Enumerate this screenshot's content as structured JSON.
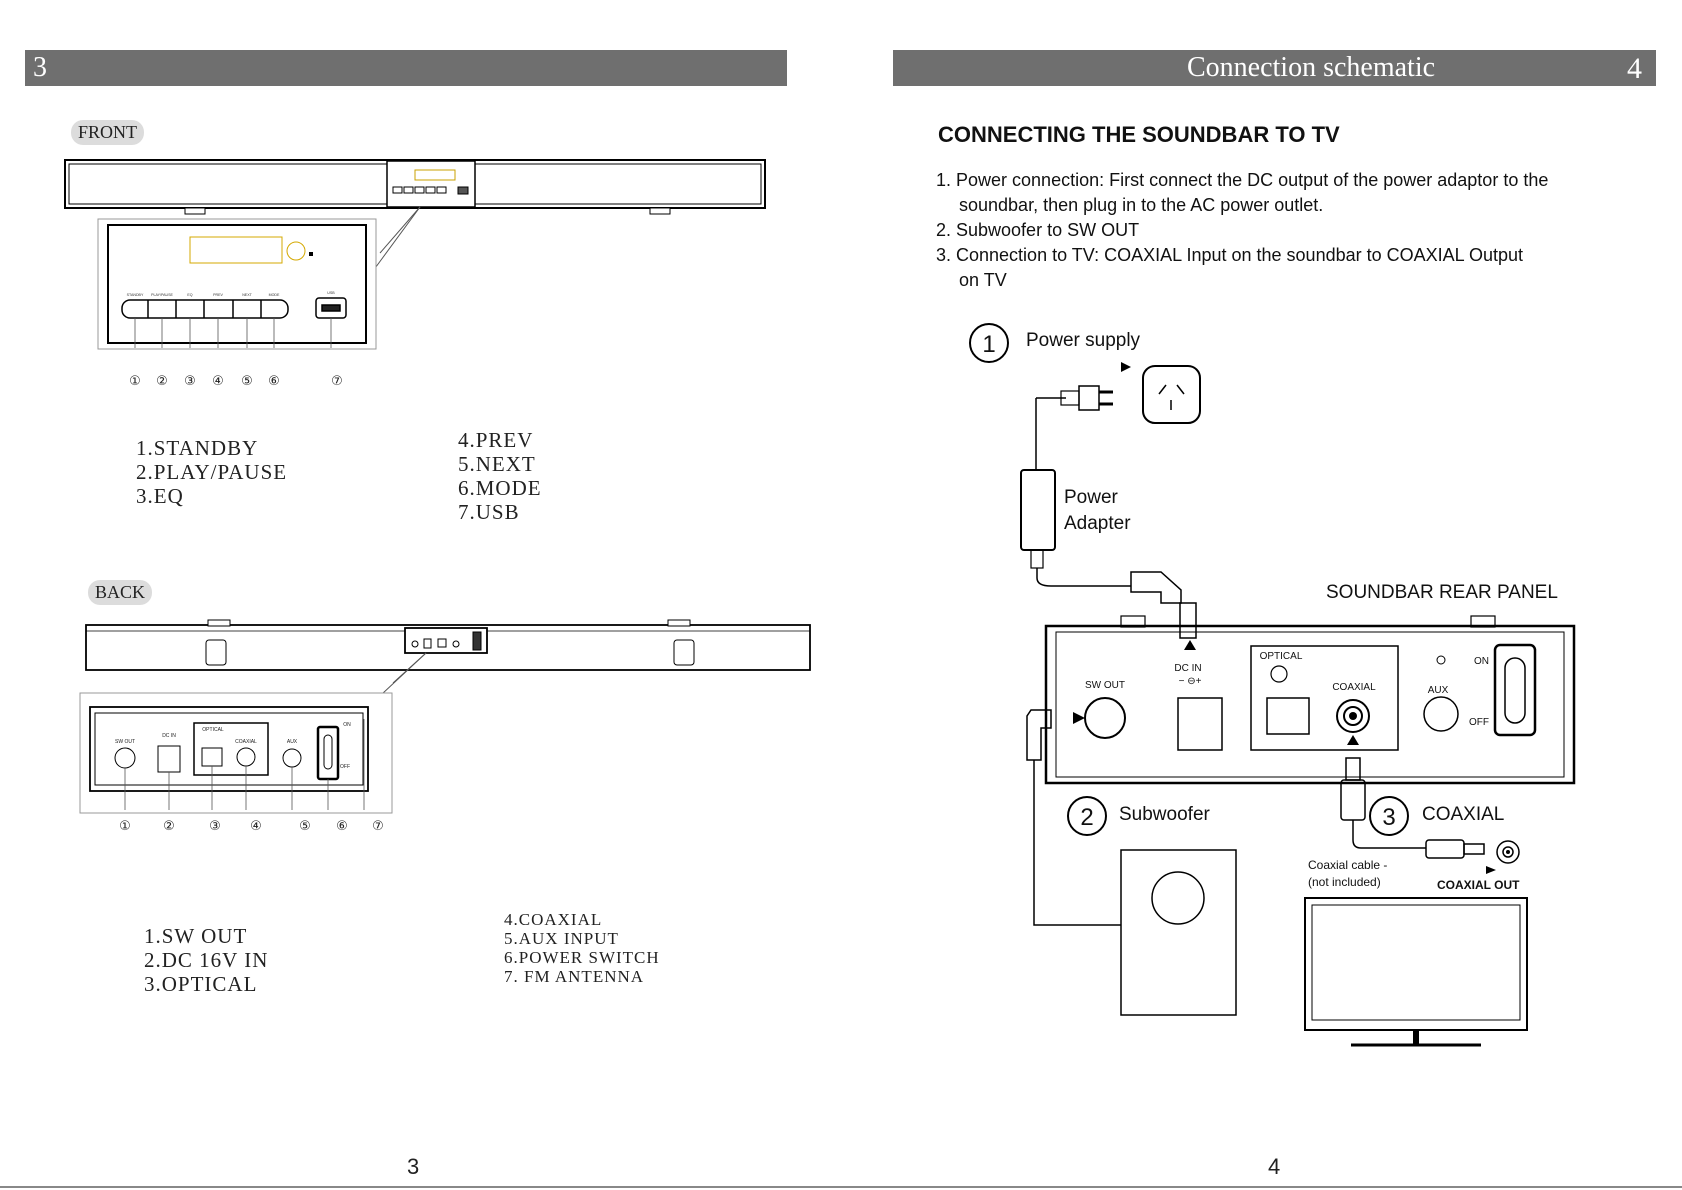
{
  "left": {
    "header_number": "3",
    "front_label": "FRONT",
    "front_callouts": [
      "①",
      "②",
      "③",
      "④",
      "⑤",
      "⑥",
      "⑦"
    ],
    "front_panel_labels": [
      "STANDBY",
      "PLAY/PAUSE",
      "EQ",
      "PREV",
      "NEXT",
      "MODE",
      "USB"
    ],
    "front_list_col1": [
      "1.STANDBY",
      "2.PLAY/PAUSE",
      "3.EQ"
    ],
    "front_list_col2": [
      "4.PREV",
      "5.NEXT",
      "6.MODE",
      "7.USB"
    ],
    "back_label": "BACK",
    "back_callouts": [
      "①",
      "②",
      "③",
      "④",
      "⑤",
      "⑥",
      "⑦"
    ],
    "back_panel_labels": {
      "sw_out": "SW OUT",
      "dc_in": "DC IN",
      "optical": "OPTICAL",
      "coaxial": "COAXIAL",
      "aux": "AUX",
      "on": "ON",
      "off": "OFF"
    },
    "back_list_col1": [
      "1.SW OUT",
      "2.DC 16V IN",
      "3.OPTICAL"
    ],
    "back_list_col2": [
      "4.COAXIAL",
      "5.AUX INPUT",
      "6.POWER SWITCH",
      "7. FM ANTENNA"
    ],
    "page_number": "3"
  },
  "right": {
    "header_title": "Connection schematic",
    "header_number": "4",
    "heading": "CONNECTING THE SOUNDBAR TO TV",
    "steps": [
      {
        "line1": "1. Power connection: First connect the DC output of the power adaptor to the",
        "line2": "soundbar, then plug in to the AC power outlet."
      },
      {
        "line1": "2. Subwoofer to SW OUT",
        "line2": ""
      },
      {
        "line1": "3. Connection to TV: COAXIAL Input on the soundbar to COAXIAL Output",
        "line2": "on TV"
      }
    ],
    "diagram": {
      "power_supply_num": "1",
      "power_supply": "Power supply",
      "power_adapter_line1": "Power",
      "power_adapter_line2": "Adapter",
      "rear_panel": "SOUNDBAR REAR PANEL",
      "dc_in": "DC IN",
      "dc_polarity": "− ⊖+",
      "sw_out": "SW OUT",
      "optical": "OPTICAL",
      "coaxial_port": "COAXIAL",
      "aux": "AUX",
      "on": "ON",
      "off": "OFF",
      "subwoofer_num": "2",
      "subwoofer": "Subwoofer",
      "coaxial_num": "3",
      "coaxial": "COAXIAL",
      "coax_cable_line1": "Coaxial cable -",
      "coax_cable_line2": "(not included)",
      "coaxial_out": "COAXIAL OUT"
    },
    "page_number": "4"
  }
}
